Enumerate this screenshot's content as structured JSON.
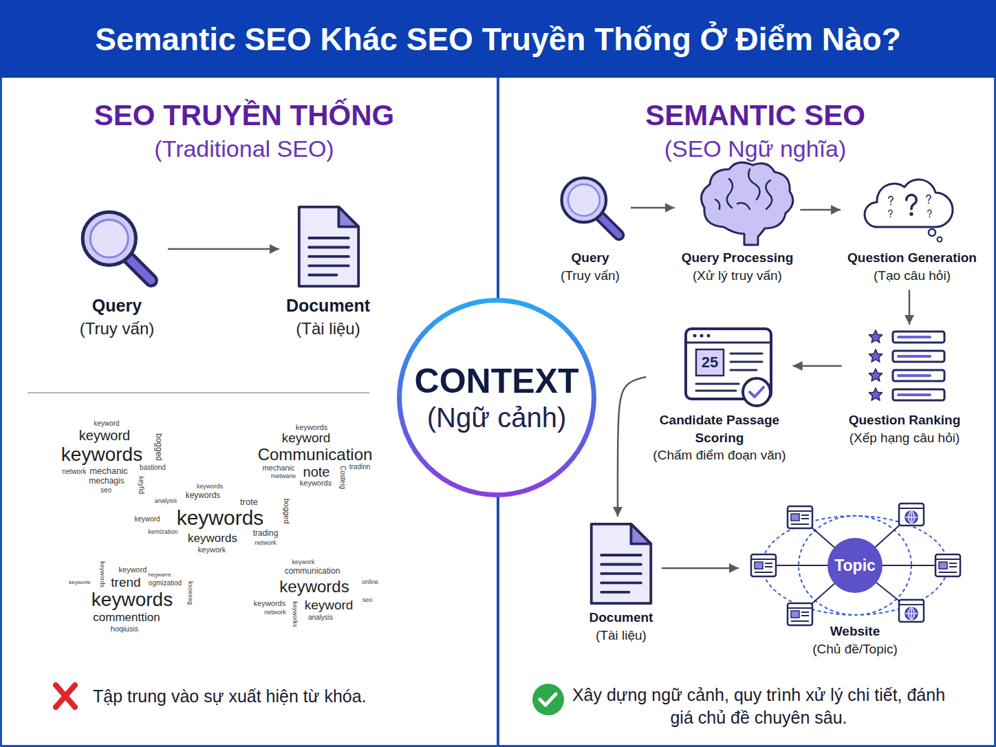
{
  "diagram": {
    "title": "Semantic SEO Khác SEO Truyền Thống Ở Điểm Nào?",
    "nodes": [
      {
        "text": [
          "Query",
          "(Truy vấn)"
        ]
      },
      {
        "text": [
          "Document",
          "(Tài liệu)"
        ]
      },
      {
        "text": [
          "CONTEXT",
          "(Ngữ cảnh)"
        ]
      },
      {
        "text": [
          "Query",
          "(Truy vấn)"
        ]
      },
      {
        "text": [
          "Query Processing",
          "(Xử lý truy vấn)"
        ]
      },
      {
        "text": [
          "Question Generation",
          "(Tạo câu hỏi)"
        ]
      },
      {
        "text": [
          "Question Ranking",
          "(Xếp hạng câu hỏi)"
        ]
      },
      {
        "text": [
          "Candidate Passage Scoring",
          "(Chấm điểm đoạn văn)"
        ]
      },
      {
        "text": [
          "Document",
          "(Tài liệu)"
        ]
      },
      {
        "text": [
          "Website",
          "(Chủ đề/Topic)"
        ]
      },
      {
        "text": [
          "Topic"
        ],
        "in": 9
      }
    ],
    "edges": [
      {
        "from": 0,
        "to": 1,
        "arrow": "to"
      },
      {
        "from": 3,
        "to": 4,
        "arrow": "to"
      },
      {
        "from": 4,
        "to": 5,
        "arrow": "to"
      },
      {
        "from": 5,
        "to": 6,
        "arrow": "to"
      },
      {
        "from": 6,
        "to": 7,
        "arrow": "to"
      },
      {
        "from": 7,
        "to": 8,
        "arrow": "to"
      },
      {
        "from": 8,
        "to": 9,
        "arrow": "to"
      }
    ],
    "labels": [
      "SEO TRUYỀN THỐNG",
      "(Traditional SEO)",
      "SEMANTIC SEO",
      "(SEO Ngữ nghĩa)",
      "25",
      "Tập trung vào sự xuất hiện từ khóa.",
      "Xây dựng ngữ cảnh, quy trình xử lý chi tiết, đánh giá chủ đề chuyên sâu.",
      "keyword",
      "keyword",
      "keywords",
      "bogged",
      "network",
      "mechanic",
      "bastiond",
      "mechagis",
      "seo",
      "keyfid",
      "keywords",
      "keyword",
      "Communication",
      "mechanic",
      "note",
      "tradinn",
      "metwarie",
      "keywords",
      "Costeig",
      "keywords",
      "keywords",
      "analysis",
      "trote",
      "keyword",
      "keywords",
      "bogged",
      "kemization",
      "keywords",
      "trading",
      "network",
      "keywork",
      "keyword",
      "hegwarre",
      "keywords",
      "keyworle",
      "trend",
      "ogmizatiod",
      "keywords",
      "ksoeeeg",
      "commenttion",
      "hoqiusis",
      "keywork",
      "communication",
      "keywords",
      "online",
      "keywords",
      "keyword",
      "seo",
      "keyworks",
      "network",
      "analysis"
    ]
  }
}
